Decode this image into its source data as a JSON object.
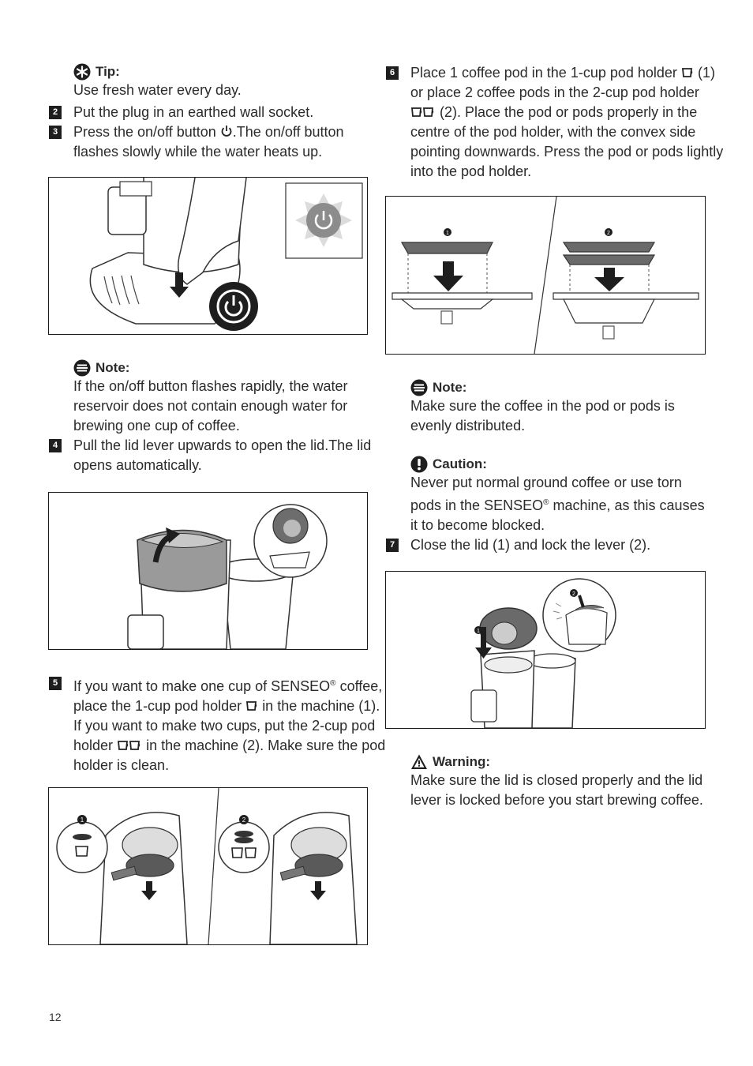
{
  "tip": {
    "heading": "Tip:",
    "text": "Use fresh water every day."
  },
  "step2": {
    "num": "2",
    "text": "Put the plug in an earthed wall socket."
  },
  "step3": {
    "num": "3",
    "text_before": "Press the on/off button ",
    "text_after": ".The on/off button flashes slowly while the water heats up."
  },
  "note1": {
    "heading": "Note:",
    "text": "If the on/off button flashes rapidly, the water reservoir does not contain enough water for brewing one cup of coffee."
  },
  "step4": {
    "num": "4",
    "text": "Pull the lid lever upwards to open the lid.The lid opens automatically."
  },
  "step5": {
    "num": "5",
    "text_a": "If you want to make one cup of SENSEO",
    "text_b": "coffee, place the 1-cup pod holder",
    "text_c": "in the machine (1). If you want to make two cups, put the 2-cup pod holder",
    "text_d": "in the machine (2). Make sure the pod holder is clean."
  },
  "step6": {
    "num": "6",
    "text_a": "Place 1 coffee pod in the 1-cup pod holder",
    "text_b": "(1) or place 2 coffee pods in the 2-cup pod holder",
    "text_c": "(2). Place the pod or pods properly in the centre of the pod holder, with the convex side pointing downwards. Press the pod or pods lightly into the pod holder."
  },
  "note2": {
    "heading": "Note:",
    "text": "Make sure the coffee in the pod or pods is evenly distributed."
  },
  "caution": {
    "heading": "Caution:",
    "text_a": "Never put normal ground coffee or use torn pods in the SENSEO",
    "text_b": "machine, as this causes it to become blocked."
  },
  "step7": {
    "num": "7",
    "text": "Close the lid (1) and lock the lever (2)."
  },
  "warning": {
    "heading": "Warning:",
    "text": "Make sure the lid is closed properly and the lid lever is locked before you start brewing coffee."
  },
  "registered_mark": "®",
  "callouts": {
    "one": "1",
    "two": "2"
  },
  "page_number": "12",
  "icons": {
    "tip": "tip-asterisk-icon",
    "note": "note-icon",
    "caution": "exclamation-icon",
    "warning": "warning-triangle-icon",
    "power": "power-icon",
    "cup": "cup-icon"
  }
}
